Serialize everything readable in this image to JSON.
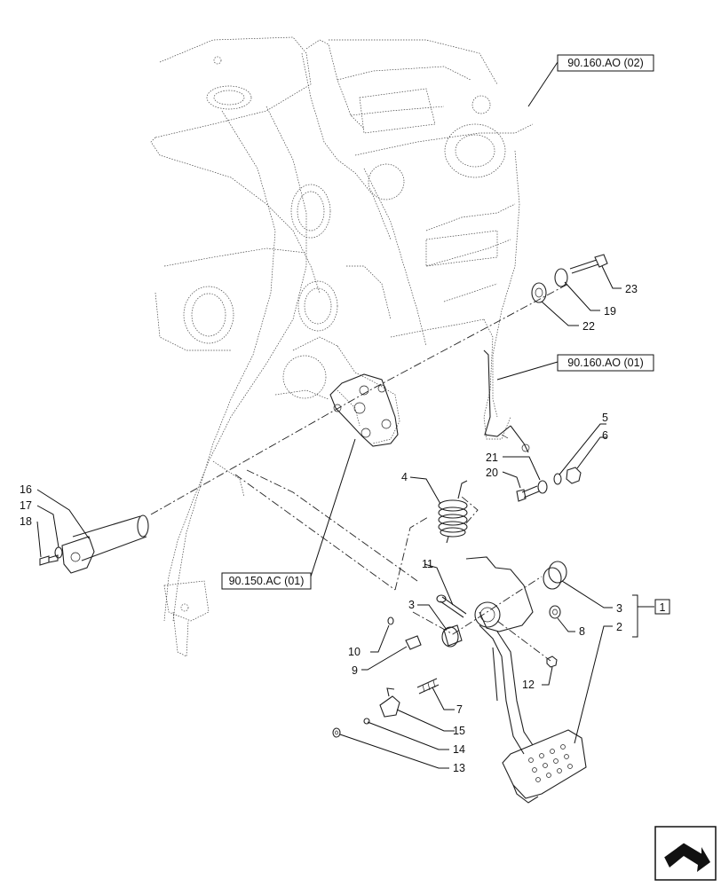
{
  "references": {
    "ao02": "90.160.AO (02)",
    "ao01": "90.160.AO (01)",
    "ac01": "90.150.AC (01)"
  },
  "callouts": {
    "p1": "1",
    "p2": "2",
    "p3a": "3",
    "p3b": "3",
    "p4": "4",
    "p5": "5",
    "p6": "6",
    "p7": "7",
    "p8": "8",
    "p9": "9",
    "p10": "10",
    "p11": "11",
    "p12": "12",
    "p13": "13",
    "p14": "14",
    "p15": "15",
    "p16": "16",
    "p17": "17",
    "p18": "18",
    "p19": "19",
    "p20": "20",
    "p21": "21",
    "p22": "22",
    "p23": "23"
  },
  "nav_icon": "next-page-arrow-icon"
}
